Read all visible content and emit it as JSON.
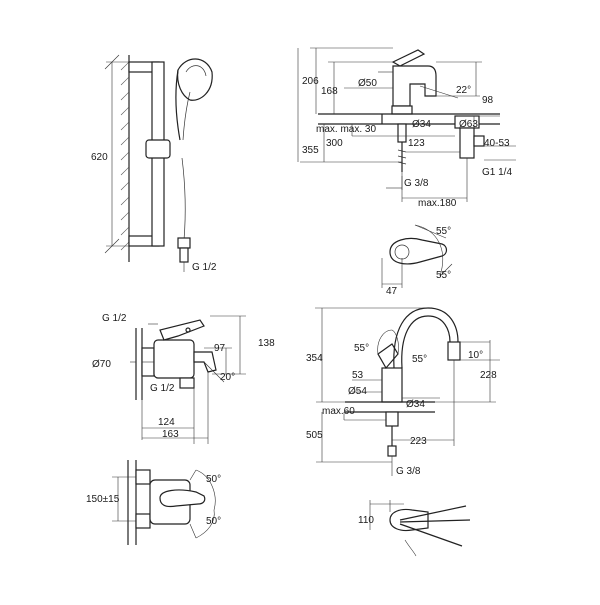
{
  "labels": {
    "shower_height": "620",
    "shower_thread": "G 1/2",
    "basin_206": "206",
    "basin_168": "168",
    "basin_d50": "Ø50",
    "basin_22deg": "22°",
    "basin_98": "98",
    "basin_d34": "Ø34",
    "basin_d63": "Ø63",
    "basin_max30": "max. max. 30",
    "basin_300": "300",
    "basin_123": "123",
    "basin_4053": "40-53",
    "basin_355": "355",
    "basin_g114": "G1 1/4",
    "basin_g38": "G 3/8",
    "basin_max180": "max.180",
    "lever_55a": "55°",
    "lever_55b": "55°",
    "lever_47": "47",
    "bath_g12_top": "G 1/2",
    "bath_138": "138",
    "bath_97": "97",
    "bath_d70": "Ø70",
    "bath_g12_bot": "G 1/2",
    "bath_20deg": "20°",
    "bath_124": "124",
    "bath_163": "163",
    "kitchen_55a": "55°",
    "kitchen_55b": "55°",
    "kitchen_10deg": "10°",
    "kitchen_354": "354",
    "kitchen_53": "53",
    "kitchen_228": "228",
    "kitchen_d54": "Ø54",
    "kitchen_d34": "Ø34",
    "kitchen_max60": "max.60",
    "kitchen_505": "505",
    "kitchen_223": "223",
    "kitchen_g38": "G 3/8",
    "bathtop_150": "150±15",
    "bathtop_50a": "50°",
    "bathtop_50b": "50°",
    "kitchentop_110": "110"
  }
}
